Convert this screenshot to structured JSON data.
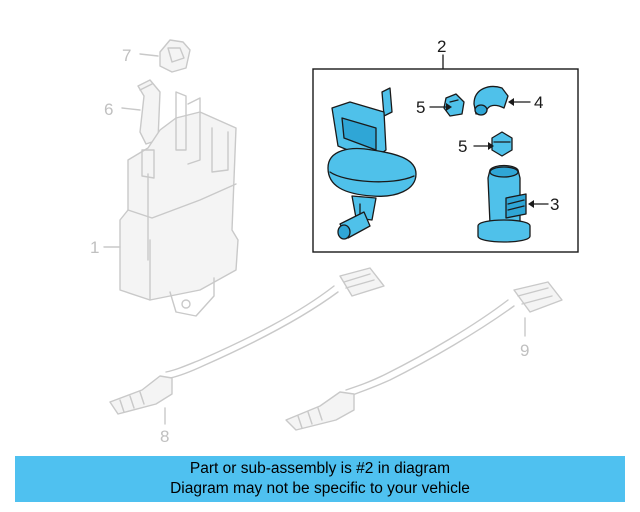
{
  "callouts": {
    "c1": "1",
    "c2": "2",
    "c3": "3",
    "c4": "4",
    "c5a": "5",
    "c5b": "5",
    "c6": "6",
    "c7": "7",
    "c8": "8",
    "c9": "9"
  },
  "colors": {
    "highlight": "#4fc1ea",
    "banner": "#4fc1f0",
    "ghost": "#c9c9c9"
  },
  "banner": {
    "line1": "Part or sub-assembly is #2 in diagram",
    "line2": "Diagram may not be specific to your vehicle"
  }
}
